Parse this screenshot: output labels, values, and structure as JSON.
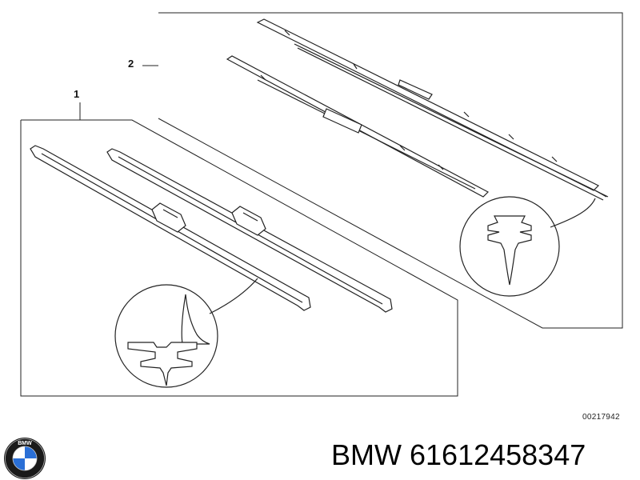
{
  "callouts": {
    "item_1": "1",
    "item_2": "2"
  },
  "drawing_number": "00217942",
  "part": {
    "brand": "BMW",
    "number": "61612458347"
  },
  "logo": {
    "icon": "bmw-roundel-icon",
    "letters": "BMW",
    "colors": {
      "ring": "#1a1a1a",
      "blue": "#2a6fd6",
      "white": "#ffffff"
    }
  }
}
